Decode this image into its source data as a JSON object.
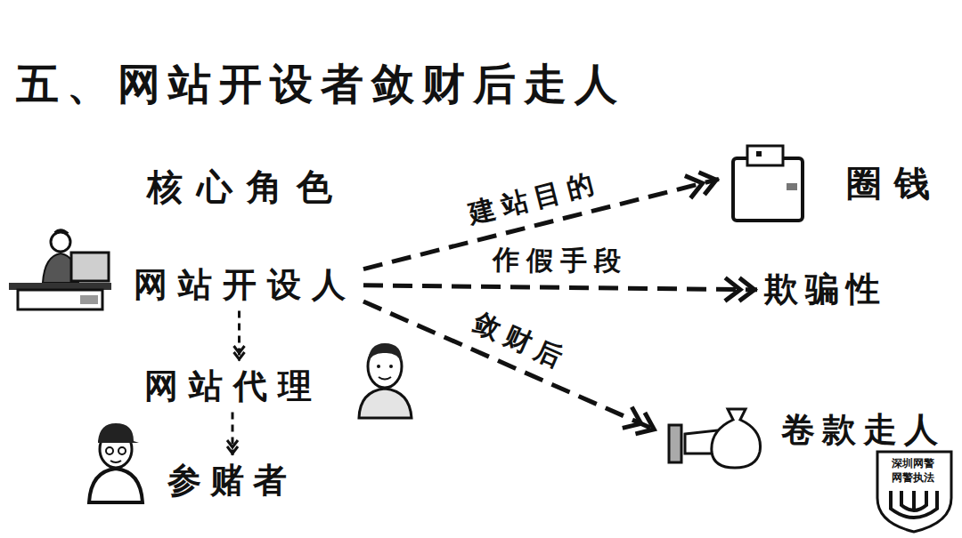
{
  "diagram": {
    "title": "五、网站开设者敛财后走人",
    "nodes": [
      {
        "text": [
          "网站开设人"
        ]
      },
      {
        "text": [
          "网站代理"
        ]
      },
      {
        "text": [
          "参赌者"
        ]
      },
      {
        "text": [
          "圈钱"
        ]
      },
      {
        "text": [
          "欺骗性"
        ]
      },
      {
        "text": [
          "卷款走人"
        ]
      }
    ],
    "edges": [
      {
        "from": 0,
        "to": 1,
        "arrow": "to"
      },
      {
        "from": 1,
        "to": 2,
        "arrow": "to"
      },
      {
        "from": 0,
        "to": 3,
        "label": "建站目的",
        "arrow": "to"
      },
      {
        "from": 0,
        "to": 4,
        "label": "作假手段",
        "arrow": "to"
      },
      {
        "from": 0,
        "to": 5,
        "label": "敛财后",
        "arrow": "to"
      }
    ],
    "labels": [
      "核心角色",
      "深圳网警",
      "网警执法"
    ]
  }
}
